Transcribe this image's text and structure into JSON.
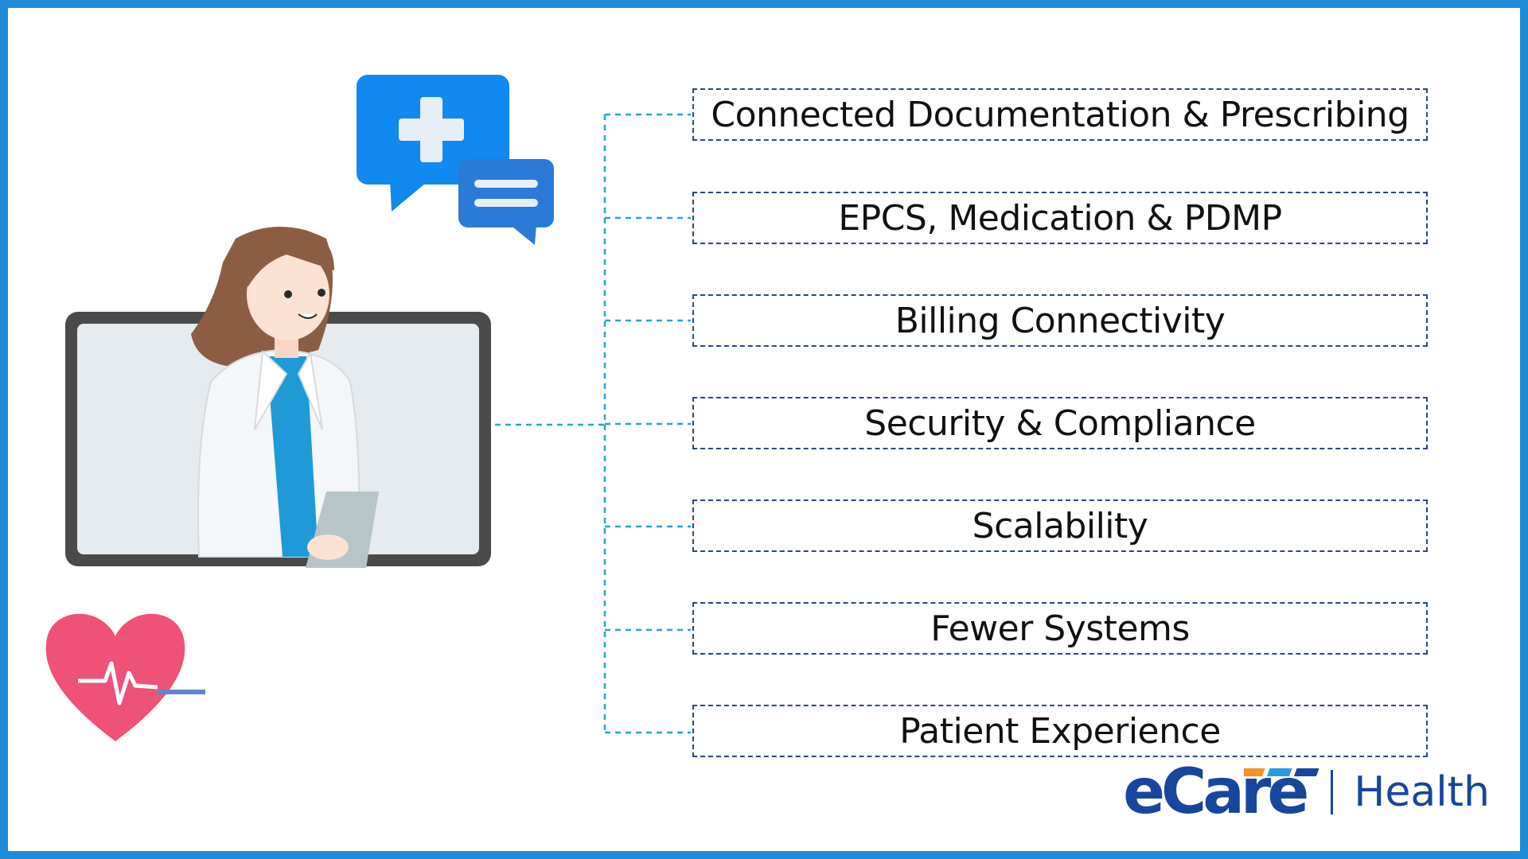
{
  "features": [
    {
      "label": "Connected Documentation & Prescribing"
    },
    {
      "label": "EPCS, Medication & PDMP"
    },
    {
      "label": "Billing Connectivity"
    },
    {
      "label": "Security & Compliance"
    },
    {
      "label": "Scalability"
    },
    {
      "label": "Fewer Systems"
    },
    {
      "label": "Patient Experience"
    }
  ],
  "logo": {
    "brand": "eCare",
    "sub": "Health"
  },
  "icons": [
    "chat-medical-cross-icon",
    "chat-message-icon",
    "doctor-illustration",
    "monitor-icon",
    "clipboard-icon",
    "heartbeat-icon"
  ],
  "colors": {
    "frame": "#1f8bd8",
    "connector": "#2ba3d6",
    "box_border": "#2b4a78",
    "brand_blue": "#17469e",
    "heart": "#ef5277",
    "chat_blue": "#1289f0",
    "chat_dark": "#2b7ad6"
  }
}
